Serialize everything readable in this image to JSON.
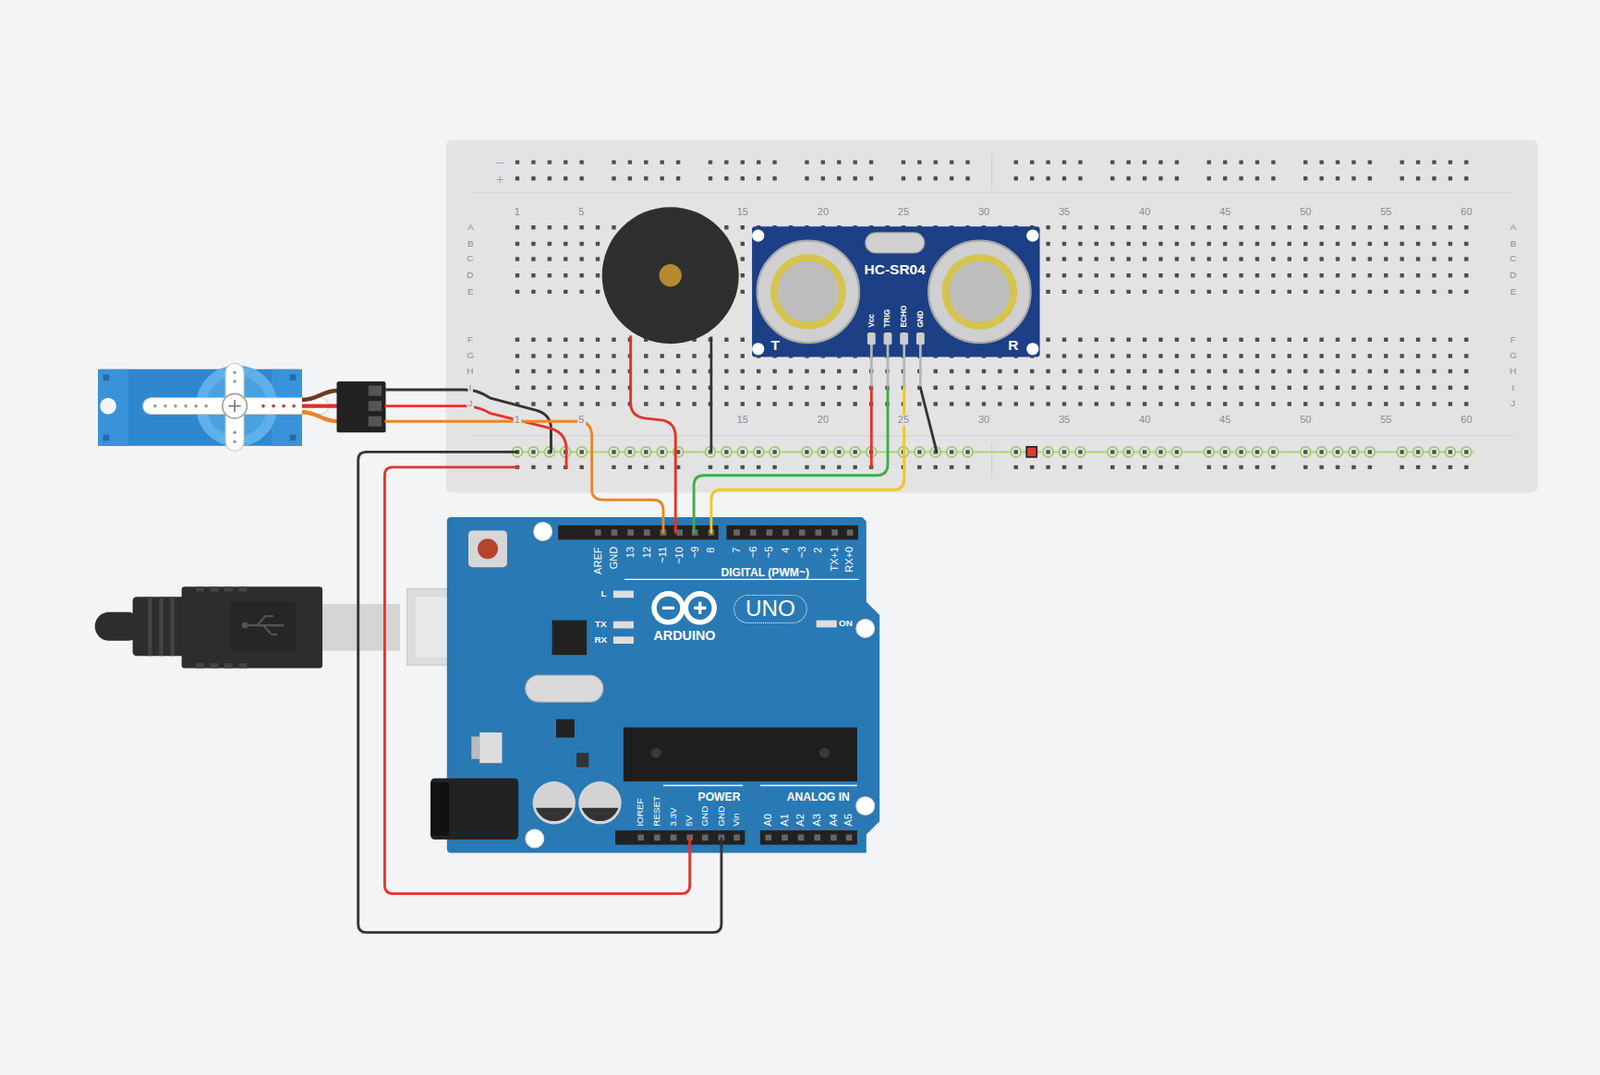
{
  "diagram": {
    "nodes": [
      {
        "text": [
          "HC-SR04"
        ]
      },
      {
        "text": [
          "ARDUINO",
          "UNO"
        ]
      }
    ],
    "labels": [
      "−",
      "+",
      "1",
      "5",
      "15",
      "20",
      "25",
      "30",
      "35",
      "40",
      "45",
      "50",
      "55",
      "60",
      "1",
      "5",
      "15",
      "20",
      "25",
      "30",
      "35",
      "40",
      "45",
      "50",
      "55",
      "60",
      "A",
      "B",
      "C",
      "D",
      "E",
      "F",
      "G",
      "H",
      "I",
      "J",
      "A",
      "B",
      "C",
      "D",
      "E",
      "F",
      "G",
      "H",
      "I",
      "J",
      "Vcc",
      "TRIG",
      "ECHO",
      "GND",
      "T",
      "R",
      "AREF",
      "GND",
      "13",
      "12",
      "~11",
      "~10",
      "~9",
      "8",
      "7",
      "~6",
      "~5",
      "4",
      "~3",
      "2",
      "TX+1",
      "RX+0",
      "DIGITAL (PWM~)",
      "L",
      "TX",
      "RX",
      "ON",
      "IOREF",
      "RESET",
      "3.3V",
      "5V",
      "GND",
      "GND",
      "Vin",
      "A0",
      "A1",
      "A2",
      "A3",
      "A4",
      "A5",
      "POWER",
      "ANALOG IN"
    ]
  }
}
